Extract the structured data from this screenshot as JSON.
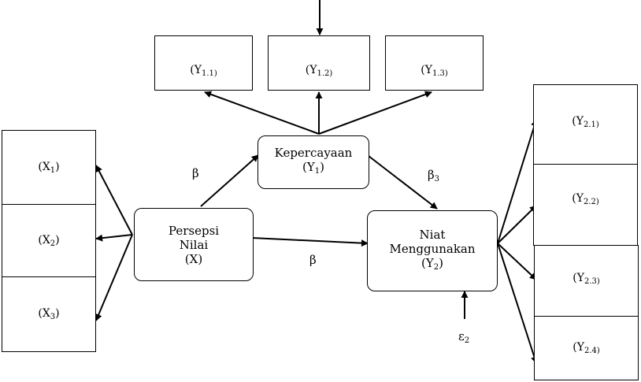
{
  "nodes": {
    "persepsi": {
      "line1": "Persepsi",
      "line2": "Nilai",
      "line3": "(X)"
    },
    "kepercayaan": {
      "line1": "Kepercayaan",
      "line2_pre": "(Y",
      "line2_sub": "1",
      "line2_post": ")"
    },
    "niat": {
      "line1": "Niat",
      "line2": "Menggunakan",
      "line3_pre": "(Y",
      "line3_sub": "2",
      "line3_post": ")"
    }
  },
  "x_indicators": [
    {
      "pre": "(X",
      "sub": "1",
      "post": ")"
    },
    {
      "pre": "(X",
      "sub": "2",
      "post": ")"
    },
    {
      "pre": "(X",
      "sub": "3",
      "post": ")"
    }
  ],
  "y1_indicators": [
    {
      "pre": "(Y",
      "sub": "1.1)",
      "post": ""
    },
    {
      "pre": "(Y",
      "sub": "1.2)",
      "post": ""
    },
    {
      "pre": "(Y",
      "sub": "1.3)",
      "post": ""
    }
  ],
  "y2_indicators": [
    {
      "pre": "(Y",
      "sub": "2.1)",
      "post": ""
    },
    {
      "pre": "(Y",
      "sub": "2.2)",
      "post": ""
    },
    {
      "pre": "(Y",
      "sub": "2.3)",
      "post": ""
    },
    {
      "pre": "(Y",
      "sub": "2.4)",
      "post": ""
    }
  ],
  "path_labels": {
    "x_to_y1": {
      "pre": "β",
      "sub": ""
    },
    "x_to_y2": {
      "pre": "β",
      "sub": ""
    },
    "y1_to_y2": {
      "pre": "β",
      "sub": "3"
    }
  },
  "error_label": {
    "pre": "ε",
    "sub": "2"
  },
  "colors": {
    "line": "#000000",
    "background": "#ffffff"
  }
}
